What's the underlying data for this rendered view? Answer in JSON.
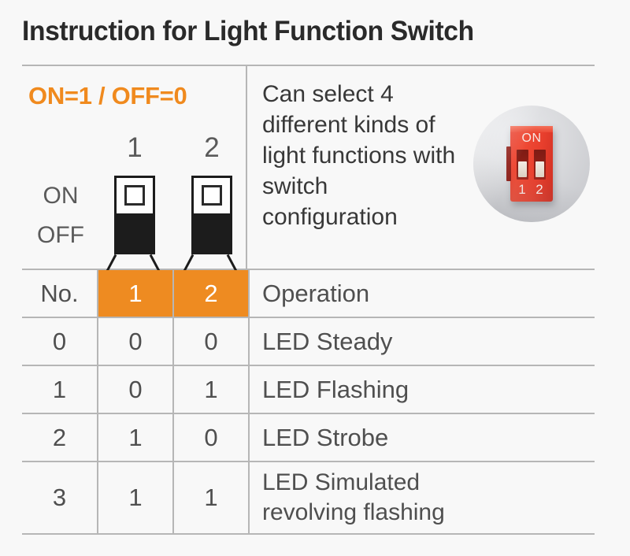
{
  "title": "Instruction for Light Function Switch",
  "legend": {
    "onoff_rule": "ON=1 / OFF=0",
    "on_label": "ON",
    "off_label": "OFF",
    "switch_numbers": [
      "1",
      "2"
    ]
  },
  "description": "Can select 4 different kinds of light functions with switch configuration",
  "photo": {
    "on_text": "ON",
    "numbers": [
      "1",
      "2"
    ]
  },
  "table": {
    "headers": [
      "No.",
      "1",
      "2",
      "Operation"
    ],
    "rows": [
      {
        "no": "0",
        "sw1": "0",
        "sw2": "0",
        "operation": "LED Steady"
      },
      {
        "no": "1",
        "sw1": "0",
        "sw2": "1",
        "operation": "LED Flashing"
      },
      {
        "no": "2",
        "sw1": "1",
        "sw2": "0",
        "operation": "LED Strobe"
      },
      {
        "no": "3",
        "sw1": "1",
        "sw2": "1",
        "operation": "LED Simulated revolving flashing"
      }
    ]
  },
  "colors": {
    "accent_orange": "#EE8B21",
    "legend_orange": "#F08A1E",
    "rule_gray": "#b6b6b6",
    "text_gray": "#4f4f4f",
    "background": "#f8f8f8",
    "switch_black": "#1c1c1c",
    "photo_red": "#e8402f"
  }
}
